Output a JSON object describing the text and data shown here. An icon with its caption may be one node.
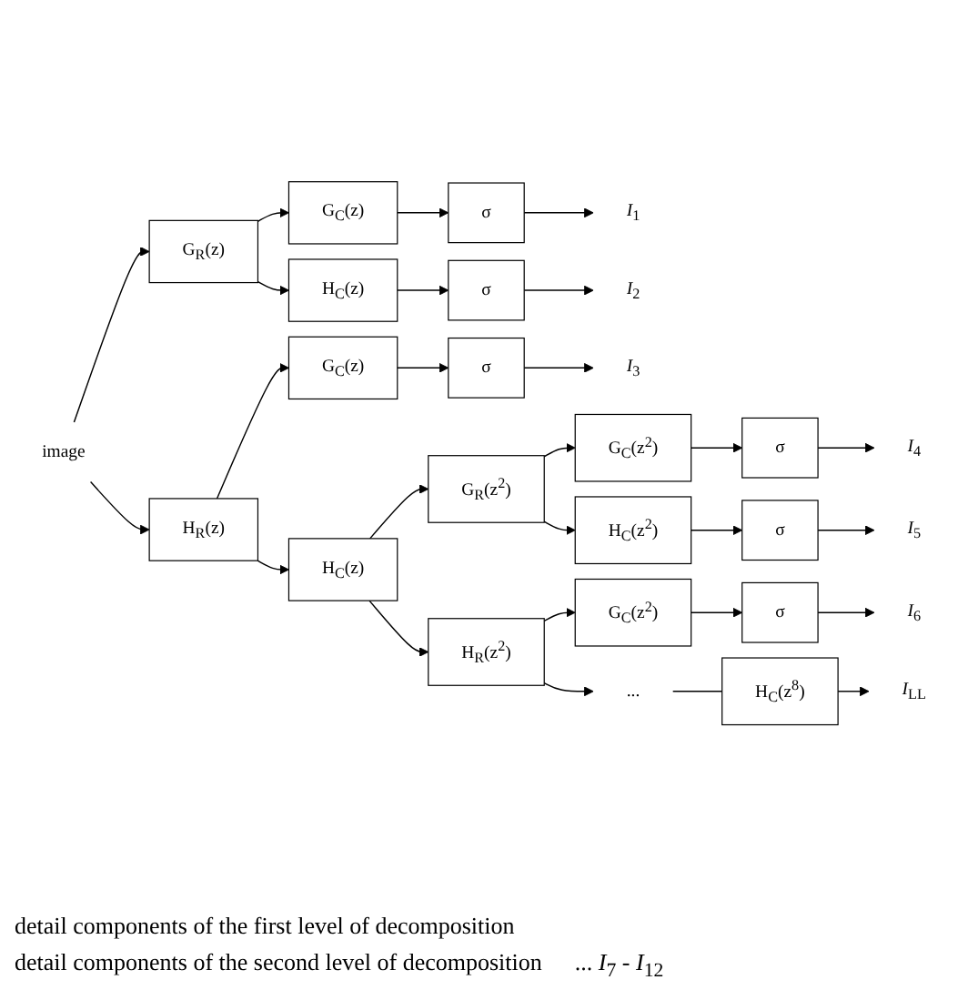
{
  "diagram": {
    "nodes": [
      {
        "text": [
          "image"
        ]
      },
      {
        "text": [
          "G$_{R}$(z)"
        ]
      },
      {
        "text": [
          "G$_{C}$(z)"
        ]
      },
      {
        "text": [
          "σ"
        ]
      },
      {
        "text": [
          "*I*$_{1}$"
        ]
      },
      {
        "text": [
          "H$_{R}$(z)"
        ]
      },
      {
        "text": [
          "H$_{C}$(z)"
        ]
      },
      {
        "text": [
          "σ"
        ]
      },
      {
        "text": [
          "*I*$_{2}$"
        ]
      },
      {
        "text": [
          "G$_{C}$(z)"
        ]
      },
      {
        "text": [
          "σ"
        ]
      },
      {
        "text": [
          "*I*$_{3}$"
        ]
      },
      {
        "text": [
          "H$_{C}$(z)"
        ]
      },
      {
        "text": [
          "G$_{R}$(z$^{2}$)"
        ]
      },
      {
        "text": [
          "G$_{C}$(z$^{2}$)"
        ]
      },
      {
        "text": [
          "σ"
        ]
      },
      {
        "text": [
          "*I*$_{4}$"
        ]
      },
      {
        "text": [
          "H$_{R}$(z$^{2}$)"
        ]
      },
      {
        "text": [
          "H$_{C}$(z$^{2}$)"
        ]
      },
      {
        "text": [
          "σ"
        ]
      },
      {
        "text": [
          "*I*$_{5}$"
        ]
      },
      {
        "text": [
          "G$_{C}$(z$^{2}$)"
        ]
      },
      {
        "text": [
          "σ"
        ]
      },
      {
        "text": [
          "*I*$_{6}$"
        ]
      },
      {
        "text": [
          "..."
        ]
      },
      {
        "text": [
          "H$_{C}$(z$^{8}$)"
        ]
      },
      {
        "text": [
          "*I*$_{LL}$"
        ]
      }
    ],
    "edges": [
      {
        "from": 0,
        "to": 1,
        "arrow": "to"
      },
      {
        "from": 0,
        "to": 5,
        "arrow": "to"
      },
      {
        "from": 1,
        "to": 2,
        "arrow": "to"
      },
      {
        "from": 1,
        "to": 6,
        "arrow": "to"
      },
      {
        "from": 2,
        "to": 3,
        "arrow": "to"
      },
      {
        "from": 3,
        "to": 4,
        "arrow": "to"
      },
      {
        "from": 6,
        "to": 7,
        "arrow": "to"
      },
      {
        "from": 7,
        "to": 8,
        "arrow": "to"
      },
      {
        "from": 5,
        "to": 9,
        "arrow": "to"
      },
      {
        "from": 5,
        "to": 12,
        "arrow": "to"
      },
      {
        "from": 9,
        "to": 10,
        "arrow": "to"
      },
      {
        "from": 10,
        "to": 11,
        "arrow": "to"
      },
      {
        "from": 12,
        "to": 13,
        "arrow": "to"
      },
      {
        "from": 12,
        "to": 17,
        "arrow": "to"
      },
      {
        "from": 13,
        "to": 14,
        "arrow": "to"
      },
      {
        "from": 13,
        "to": 18,
        "arrow": "to"
      },
      {
        "from": 14,
        "to": 15,
        "arrow": "to"
      },
      {
        "from": 15,
        "to": 16,
        "arrow": "to"
      },
      {
        "from": 18,
        "to": 19,
        "arrow": "to"
      },
      {
        "from": 19,
        "to": 20,
        "arrow": "to"
      },
      {
        "from": 17,
        "to": 21,
        "arrow": "to"
      },
      {
        "from": 21,
        "to": 22,
        "arrow": "to"
      },
      {
        "from": 22,
        "to": 23,
        "arrow": "to"
      },
      {
        "from": 17,
        "to": 24,
        "arrow": "to"
      },
      {
        "from": 24,
        "to": 25,
        "arrow": "none"
      },
      {
        "from": 25,
        "to": 26,
        "arrow": "to"
      }
    ],
    "labels": [
      "detail components of the first level of decomposition",
      "detail components of the second level of decomposition",
      "... *I*$_{7}$ - *I*$_{12}$"
    ]
  }
}
